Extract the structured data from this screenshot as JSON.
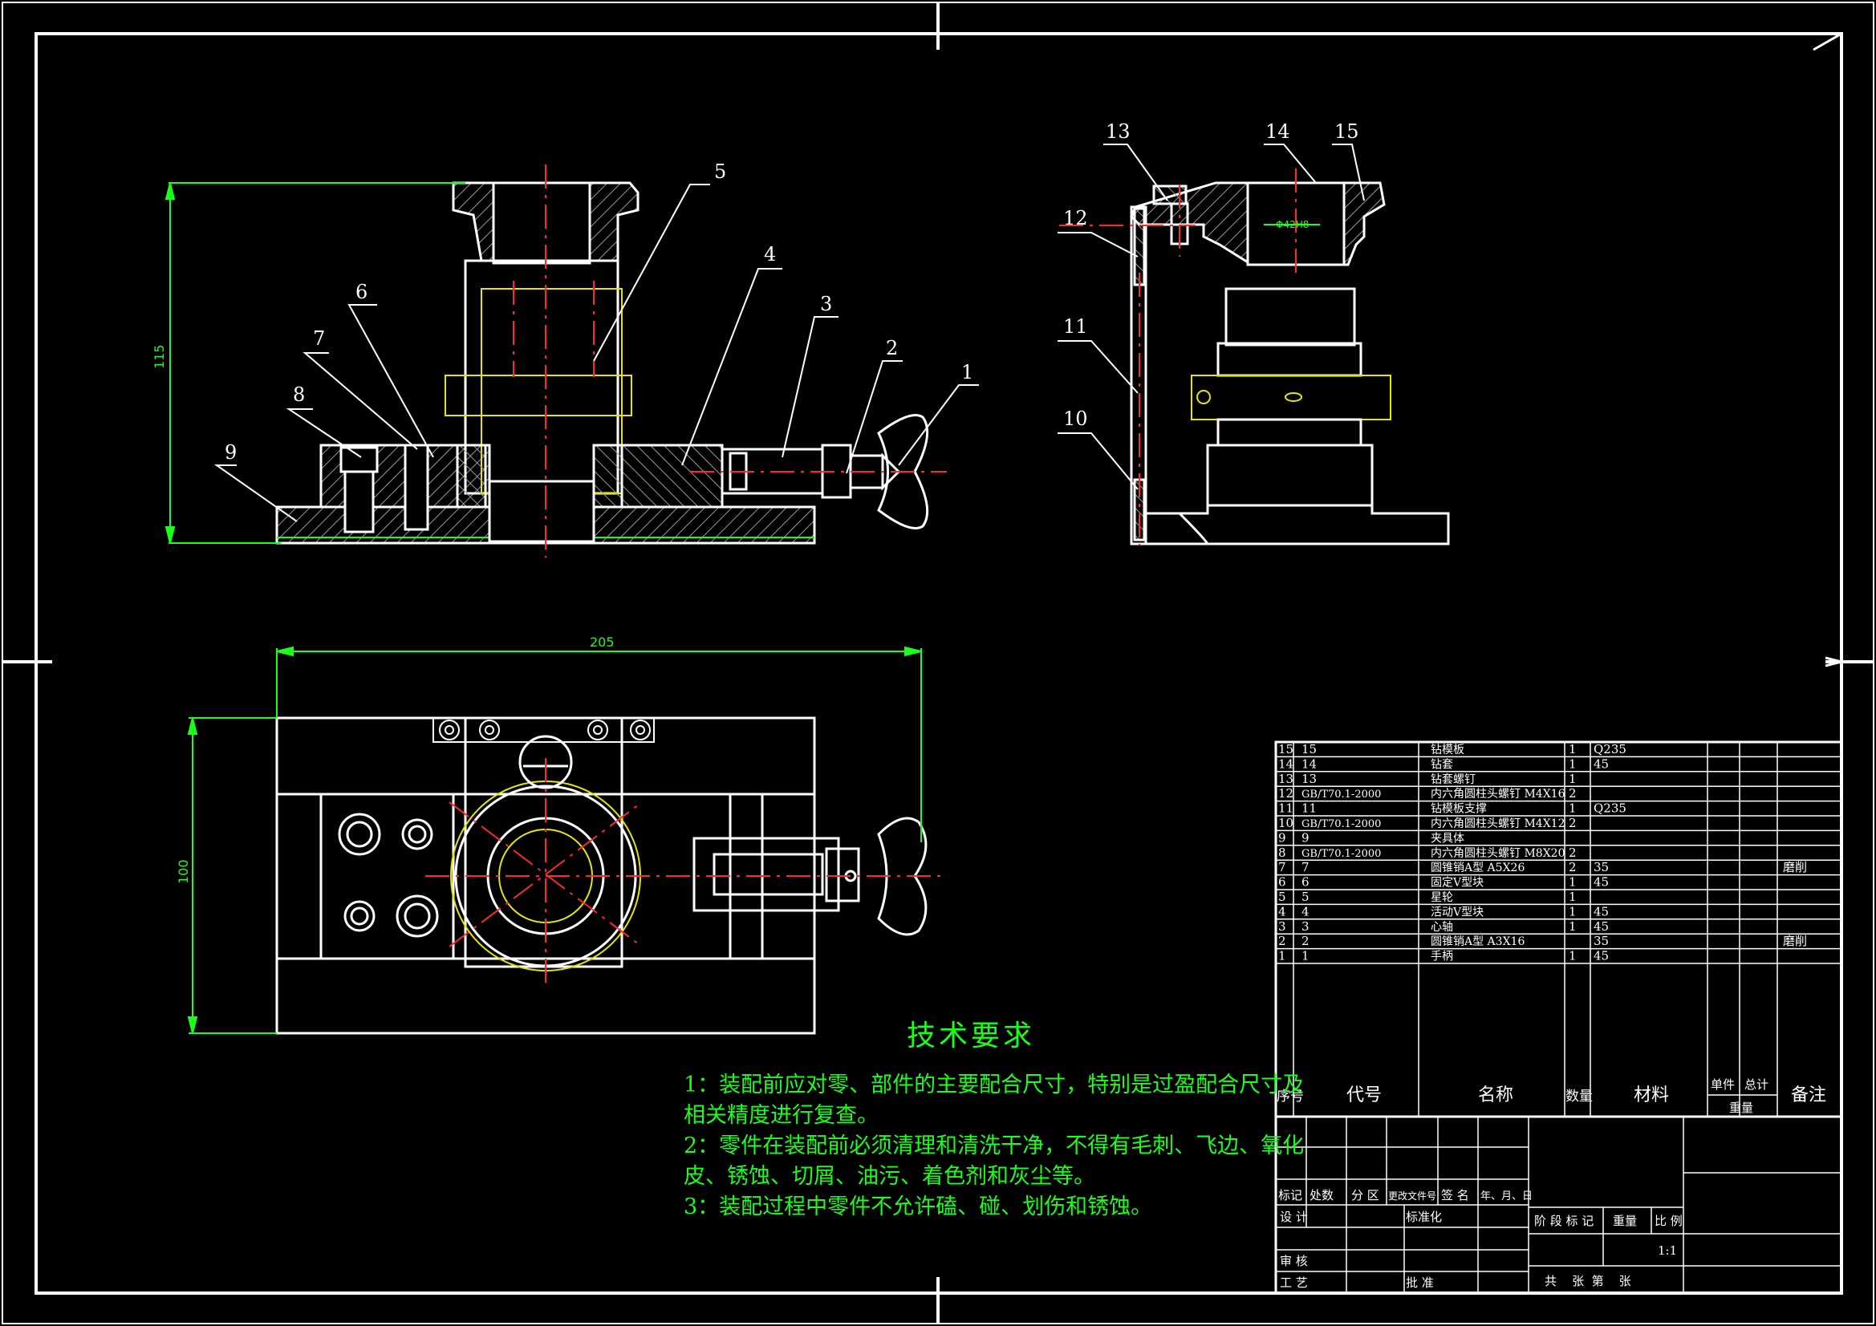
{
  "colors": {
    "background": "#000000",
    "line": "#ffffff",
    "dimension": "#19ff19",
    "center": "#ff2a2a",
    "hatch": "#9a9a9a",
    "accent": "#e6e600"
  },
  "front_view": {
    "balloons": [
      "5",
      "4",
      "3",
      "2",
      "1",
      "6",
      "7",
      "8",
      "9"
    ],
    "dim_height": "115"
  },
  "side_view": {
    "balloons": [
      "13",
      "14",
      "15",
      "12",
      "11",
      "10"
    ],
    "bore_label": "Φ42H8"
  },
  "top_view": {
    "dim_width": "205",
    "dim_height": "100"
  },
  "tech_requirements": {
    "title": "技术要求",
    "lines": [
      "1：装配前应对零、部件的主要配合尺寸，特别是过盈配合尺寸及",
      "相关精度进行复查。",
      "2：零件在装配前必须清理和清洗干净，不得有毛刺、飞边、氧化",
      "皮、锈蚀、切屑、油污、着色剂和灰尘等。",
      "3：装配过程中零件不允许磕、碰、划伤和锈蚀。"
    ]
  },
  "bom": {
    "rows": [
      {
        "no": "15",
        "code": "15",
        "name": "钻模板",
        "qty": "1",
        "material": "Q235",
        "remark": ""
      },
      {
        "no": "14",
        "code": "14",
        "name": "钻套",
        "qty": "1",
        "material": "45",
        "remark": ""
      },
      {
        "no": "13",
        "code": "13",
        "name": "钻套螺钉",
        "qty": "1",
        "material": "",
        "remark": ""
      },
      {
        "no": "12",
        "code": "GB/T70.1-2000",
        "name": "内六角圆柱头螺钉 M4X16",
        "qty": "2",
        "material": "",
        "remark": ""
      },
      {
        "no": "11",
        "code": "11",
        "name": "钻模板支撑",
        "qty": "1",
        "material": "Q235",
        "remark": ""
      },
      {
        "no": "10",
        "code": "GB/T70.1-2000",
        "name": "内六角圆柱头螺钉 M4X12",
        "qty": "2",
        "material": "",
        "remark": ""
      },
      {
        "no": "9",
        "code": "9",
        "name": "夹具体",
        "qty": "",
        "material": "",
        "remark": ""
      },
      {
        "no": "8",
        "code": "GB/T70.1-2000",
        "name": "内六角圆柱头螺钉 M8X20",
        "qty": "2",
        "material": "",
        "remark": ""
      },
      {
        "no": "7",
        "code": "7",
        "name": "圆锥销A型 A5X26",
        "qty": "2",
        "material": "35",
        "remark": "磨削"
      },
      {
        "no": "6",
        "code": "6",
        "name": "固定V型块",
        "qty": "1",
        "material": "45",
        "remark": ""
      },
      {
        "no": "5",
        "code": "5",
        "name": "星轮",
        "qty": "1",
        "material": "",
        "remark": ""
      },
      {
        "no": "4",
        "code": "4",
        "name": "活动V型块",
        "qty": "1",
        "material": "45",
        "remark": ""
      },
      {
        "no": "3",
        "code": "3",
        "name": "心轴",
        "qty": "1",
        "material": "45",
        "remark": ""
      },
      {
        "no": "2",
        "code": "2",
        "name": "圆锥销A型 A3X16",
        "qty": "",
        "material": "35",
        "remark": "磨削"
      },
      {
        "no": "1",
        "code": "1",
        "name": "手柄",
        "qty": "1",
        "material": "45",
        "remark": ""
      }
    ],
    "header": {
      "no": "序号",
      "code": "代号",
      "name": "名称",
      "qty": "数量",
      "material": "材料",
      "unit": "单件",
      "total": "总计",
      "weight": "重量",
      "remark": "备注"
    }
  },
  "title_block": {
    "row_labels": [
      "标记",
      "处数",
      "分 区",
      "更改文件号",
      "签 名",
      "年、月、日"
    ],
    "design": "设 计",
    "std": "标准化",
    "stage": "阶 段 标 记",
    "weight": "重量",
    "scale": "比 例",
    "scale_value": "1:1",
    "review": "审 核",
    "process": "工 艺",
    "approve": "批 准",
    "sheets": "共    张  第    张"
  }
}
